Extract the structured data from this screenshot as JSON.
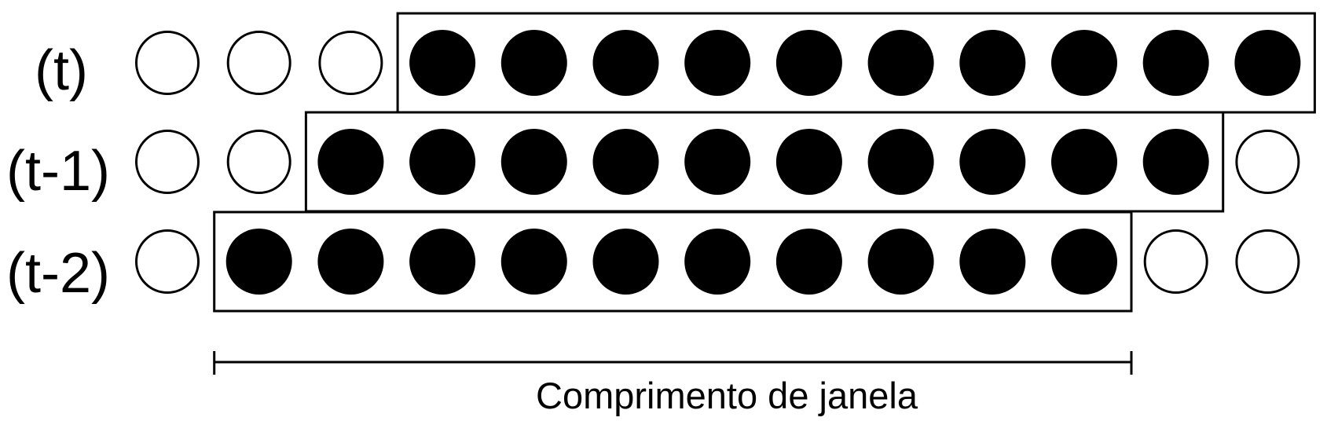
{
  "diagram": {
    "rows": [
      {
        "label": "(t)",
        "cells": [
          0,
          0,
          0,
          1,
          1,
          1,
          1,
          1,
          1,
          1,
          1,
          1,
          1
        ],
        "window_start": 3
      },
      {
        "label": "(t-1)",
        "cells": [
          0,
          0,
          1,
          1,
          1,
          1,
          1,
          1,
          1,
          1,
          1,
          1,
          0
        ],
        "window_start": 2
      },
      {
        "label": "(t-2)",
        "cells": [
          0,
          1,
          1,
          1,
          1,
          1,
          1,
          1,
          1,
          1,
          1,
          0,
          0
        ],
        "window_start": 1
      }
    ],
    "window_length": 10,
    "caption": "Comprimento de janela",
    "colors": {
      "filled": "#000000",
      "empty": "#ffffff",
      "stroke": "#000000"
    }
  }
}
